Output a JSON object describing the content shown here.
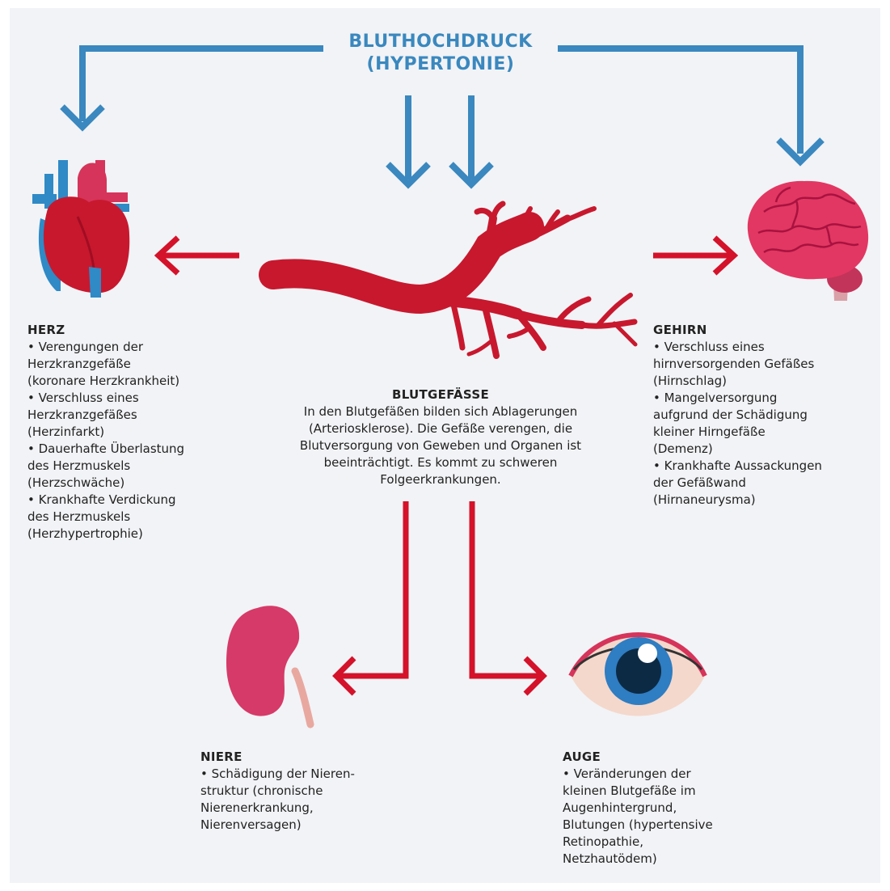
{
  "title": {
    "line1": "BLUTHOCHDRUCK",
    "line2": "(HYPERTONIE)"
  },
  "colors": {
    "blue_arrow": "#3a88bf",
    "red_arrow": "#d4122a",
    "vessel": "#c8182e",
    "background": "#f2f3f6"
  },
  "icons": [
    "heart-icon",
    "brain-icon",
    "blood-vessel-icon",
    "kidney-icon",
    "eye-icon"
  ],
  "herz": {
    "heading": "HERZ",
    "lines": [
      "• Verengungen der",
      "Herzkranzgefäße",
      "(koronare Herzkrankheit)",
      "• Verschluss eines",
      "Herzkranzgefäßes",
      "(Herzinfarkt)",
      "• Dauerhafte Überlastung",
      "des Herzmuskels",
      "(Herzschwäche)",
      "• Krankhafte Verdickung",
      "des Herzmuskels",
      "(Herzhypertrophie)"
    ]
  },
  "gehirn": {
    "heading": "GEHIRN",
    "lines": [
      "• Verschluss eines",
      "hirnversorgenden Gefäßes",
      "(Hirnschlag)",
      "• Mangelversorgung",
      "aufgrund der Schädigung",
      "kleiner Hirngefäße",
      "(Demenz)",
      "• Krankhafte Aussackungen",
      "der Gefäßwand",
      "(Hirnaneurysma)"
    ]
  },
  "blutgefaesse": {
    "heading": "BLUTGEFÄSSE",
    "lines": [
      "In den Blutgefäßen bilden sich Ablagerungen",
      "(Arteriosklerose). Die Gefäße verengen, die",
      "Blutversorgung von Geweben und Organen ist",
      "beeinträchtigt. Es kommt zu schweren",
      "Folgeerkrankungen."
    ]
  },
  "niere": {
    "heading": "NIERE",
    "lines": [
      "• Schädigung der Nieren-",
      "struktur (chronische",
      "Nierenerkrankung,",
      "Nierenversagen)"
    ]
  },
  "auge": {
    "heading": "AUGE",
    "lines": [
      "• Veränderungen der",
      "kleinen Blutgefäße im",
      "Augenhintergrund,",
      "Blutungen (hypertensive",
      "Retinopathie,",
      "Netzhautödem)"
    ]
  }
}
